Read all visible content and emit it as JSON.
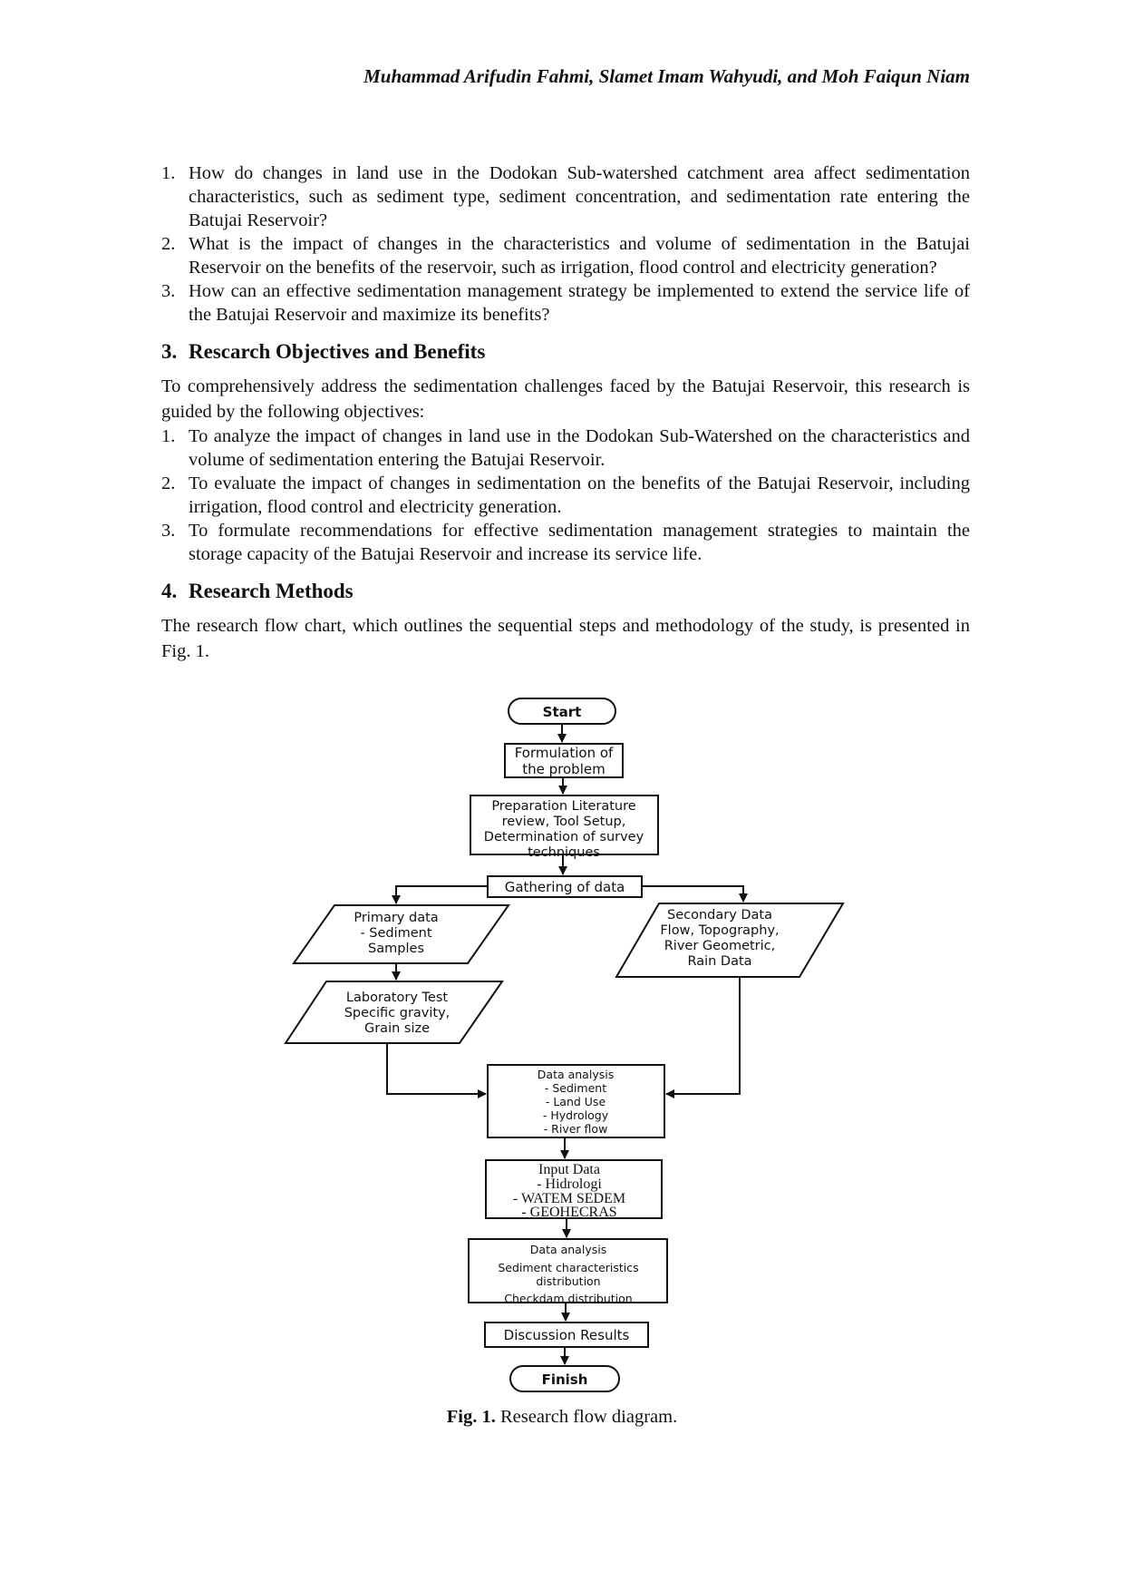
{
  "header": {
    "authors": "Muhammad Arifudin Fahmi, Slamet Imam Wahyudi, and Moh Faiqun Niam"
  },
  "questions": [
    {
      "num": "1.",
      "text": "How do changes in land use in the Dodokan Sub-watershed catchment area affect sedimentation characteristics, such as sediment type, sediment concentration, and sedimentation rate entering the Batujai Reservoir?"
    },
    {
      "num": "2.",
      "text": "What is the impact of changes in the characteristics and volume of sedimentation in the Batujai Reservoir on the benefits of the reservoir, such as irrigation, flood control and electricity generation?"
    },
    {
      "num": "3.",
      "text": "How can an effective sedimentation management strategy be implemented to extend the service life of the Batujai Reservoir and maximize its benefits?"
    }
  ],
  "section3": {
    "num": "3.",
    "title": "Rescarch Objectives and Benefits",
    "intro": "To comprehensively address the sedimentation challenges faced by the Batujai Reservoir, this research is guided by the following objectives:",
    "items": [
      {
        "num": "1.",
        "text": "To analyze the impact of changes in land use in the Dodokan Sub-Watershed on the characteristics and volume of sedimentation entering the Batujai Reservoir."
      },
      {
        "num": "2.",
        "text": "To evaluate the impact of changes in sedimentation on the benefits of the Batujai Reservoir, including irrigation, flood control and electricity generation."
      },
      {
        "num": "3.",
        "text": "To formulate recommendations for effective sedimentation management strategies to maintain the storage capacity of the Batujai Reservoir and increase its service life."
      }
    ]
  },
  "section4": {
    "num": "4.",
    "title": "Research Methods",
    "intro": "The research flow chart, which outlines the sequential steps and methodology of the study, is presented in Fig. 1."
  },
  "flowchart": {
    "start": "Start",
    "formulation": [
      "Formulation of",
      "the problem"
    ],
    "preparation": [
      "Preparation Literature",
      "review, Tool Setup,",
      "Determination of survey",
      "techniques"
    ],
    "gathering": "Gathering of data",
    "primary": [
      "Primary data",
      "- Sediment",
      "Samples"
    ],
    "secondary": [
      "Secondary Data",
      "Flow, Topography,",
      "River Geometric,",
      "Rain Data"
    ],
    "laboratory": [
      "Laboratory Test",
      "Specific gravity,",
      "Grain size"
    ],
    "analysis1": [
      "Data analysis",
      "- Sediment",
      "- Land Use",
      "- Hydrology",
      "- River flow"
    ],
    "input": [
      "Input Data",
      "- Hidrologi",
      "- WATEM SEDEM",
      "- GEOHECRAS"
    ],
    "analysis2": [
      "Data analysis",
      "Sediment characteristics",
      "distribution",
      "Checkdam distribution"
    ],
    "discussion": "Discussion Results",
    "finish": "Finish"
  },
  "caption": {
    "label": "Fig. 1.",
    "text": " Research flow diagram."
  }
}
